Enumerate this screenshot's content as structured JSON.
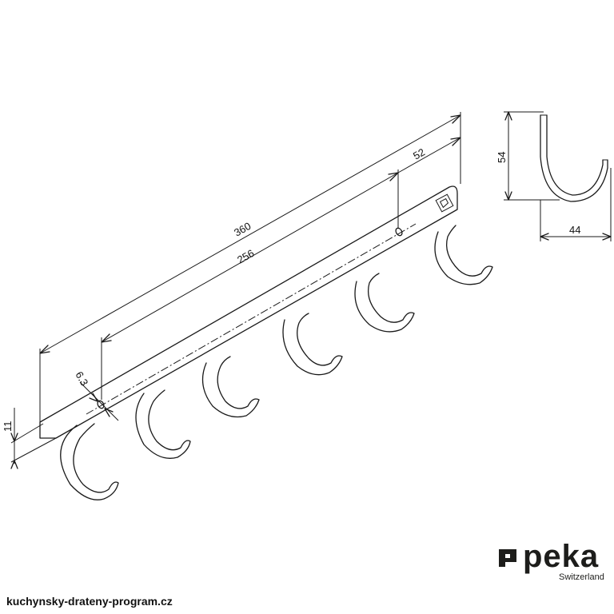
{
  "dimensions": {
    "length_total": "360",
    "hole_spacing": "256",
    "end_offset": "52",
    "hole_diameter": "6.3",
    "height_mount": "11",
    "hook_height": "54",
    "hook_depth": "44"
  },
  "brand": {
    "name": "peka",
    "subtitle": "Switzerland",
    "mark_icon": "peka-logo-icon"
  },
  "footer": {
    "website": "kuchynsky-drateny-program.cz"
  },
  "colors": {
    "line": "#1a1a1a",
    "background": "#ffffff"
  }
}
